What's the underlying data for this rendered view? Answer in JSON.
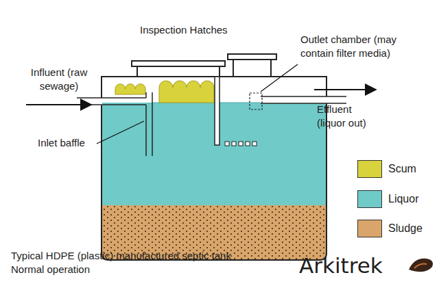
{
  "diagram": {
    "caption": "Typical HDPE (plastic) manufactured septic tank Normal operation",
    "labels": [
      "Inspection Hatches",
      "Influent (raw sewage)",
      "Outlet chamber (may contain filter media)",
      "Effluent (liquor out)",
      "Inlet baffle",
      "Arkitrek"
    ],
    "legend": [
      {
        "text": "Scum",
        "color": "#d8d23c"
      },
      {
        "text": "Liquor",
        "color": "#6fcac8"
      },
      {
        "text": "Sludge",
        "color": "#d9a56b"
      }
    ]
  }
}
